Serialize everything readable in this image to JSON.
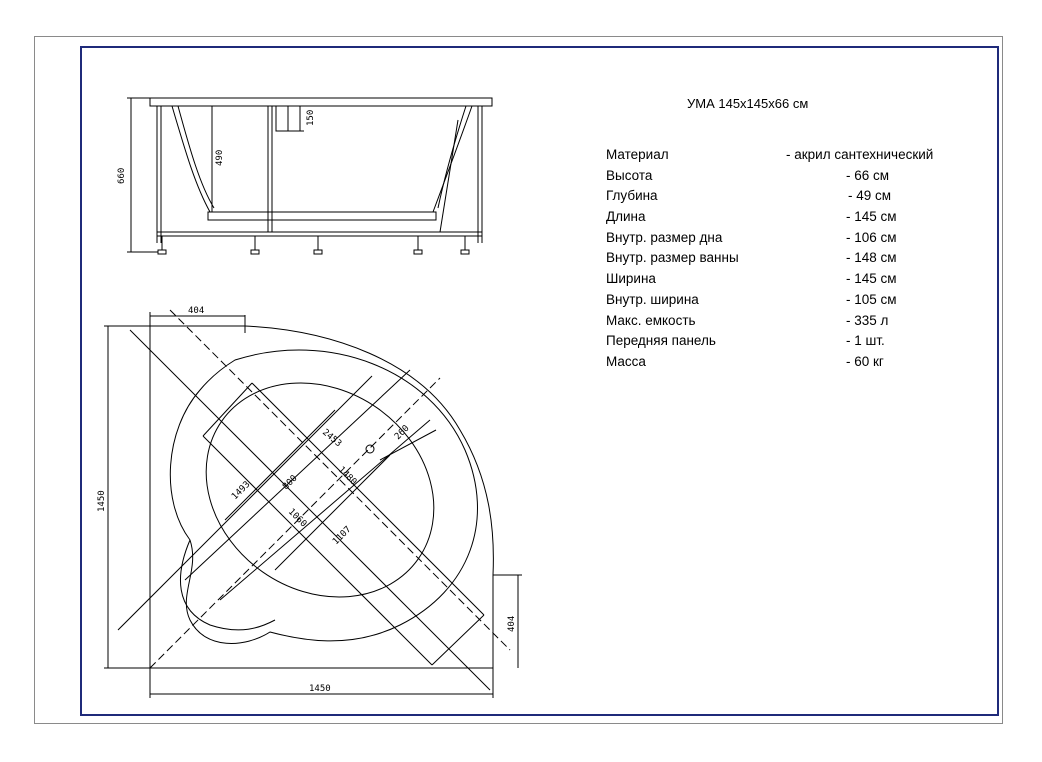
{
  "title": "УМА 145x145x66 см",
  "specs": [
    {
      "label": "Материал",
      "value": "- акрил сантехнический"
    },
    {
      "label": "Высота",
      "value": "- 66 см"
    },
    {
      "label": "Глубина",
      "value": "- 49 см"
    },
    {
      "label": "Длина",
      "value": "- 145 см"
    },
    {
      "label": "Внутр. размер дна",
      "value": "- 106 см"
    },
    {
      "label": "Внутр. размер ванны",
      "value": "- 148 см"
    },
    {
      "label": "Ширина",
      "value": "- 145 см"
    },
    {
      "label": "Внутр. ширина",
      "value": "- 105 см"
    },
    {
      "label": "Макс. емкость",
      "value": "- 335 л"
    },
    {
      "label": "Передняя панель",
      "value": "- 1 шт."
    },
    {
      "label": "Масса",
      "value": "- 60 кг"
    }
  ],
  "side_dimensions": {
    "total_height": "660",
    "depth": "490",
    "rim": "150"
  },
  "plan_dimensions": {
    "left_offset": "404",
    "right_offset": "404",
    "width": "1450",
    "height": "1450",
    "diagonal_total": "2453",
    "drain": "260",
    "inner_length": "1480",
    "inner_width": "1493",
    "center": "800",
    "bottom_length": "1060",
    "bottom_width": "1107"
  }
}
